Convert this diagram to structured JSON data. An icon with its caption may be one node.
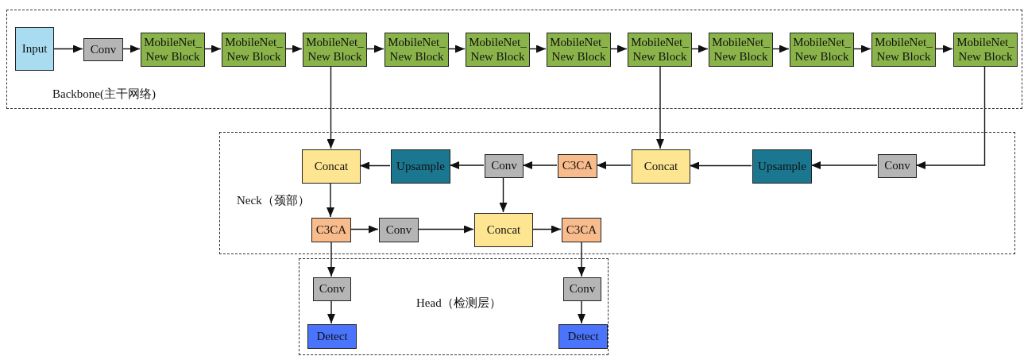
{
  "diagram": {
    "nodes": [
      {
        "text": [
          "Backbone(主干网络)"
        ]
      },
      {
        "text": [
          "Input"
        ],
        "in": 0
      },
      {
        "text": [
          "Conv"
        ],
        "in": 0
      },
      {
        "text": [
          "MobileNet_ New Block"
        ],
        "in": 0
      },
      {
        "text": [
          "MobileNet_ New Block"
        ],
        "in": 0
      },
      {
        "text": [
          "MobileNet_ New Block"
        ],
        "in": 0
      },
      {
        "text": [
          "MobileNet_ New Block"
        ],
        "in": 0
      },
      {
        "text": [
          "MobileNet_ New Block"
        ],
        "in": 0
      },
      {
        "text": [
          "MobileNet_ New Block"
        ],
        "in": 0
      },
      {
        "text": [
          "MobileNet_ New Block"
        ],
        "in": 0
      },
      {
        "text": [
          "MobileNet_ New Block"
        ],
        "in": 0
      },
      {
        "text": [
          "MobileNet_ New Block"
        ],
        "in": 0
      },
      {
        "text": [
          "MobileNet_ New Block"
        ],
        "in": 0
      },
      {
        "text": [
          "MobileNet_ New Block"
        ],
        "in": 0
      },
      {
        "text": [
          "Neck（颈部）"
        ]
      },
      {
        "text": [
          "Concat"
        ],
        "in": 14
      },
      {
        "text": [
          "Upsample"
        ],
        "in": 14
      },
      {
        "text": [
          "Conv"
        ],
        "in": 14
      },
      {
        "text": [
          "C3CA"
        ],
        "in": 14
      },
      {
        "text": [
          "Concat"
        ],
        "in": 14
      },
      {
        "text": [
          "Upsample"
        ],
        "in": 14
      },
      {
        "text": [
          "Conv"
        ],
        "in": 14
      },
      {
        "text": [
          "C3CA"
        ],
        "in": 14
      },
      {
        "text": [
          "Conv"
        ],
        "in": 14
      },
      {
        "text": [
          "Concat"
        ],
        "in": 14
      },
      {
        "text": [
          "C3CA"
        ],
        "in": 14
      },
      {
        "text": [
          "Head（检测层）"
        ]
      },
      {
        "text": [
          "Conv"
        ],
        "in": 26
      },
      {
        "text": [
          "Conv"
        ],
        "in": 26
      },
      {
        "text": [
          "Detect"
        ],
        "in": 26
      },
      {
        "text": [
          "Detect"
        ],
        "in": 26
      }
    ],
    "edges": [
      {
        "from": 1,
        "to": 2,
        "arrow": "to"
      },
      {
        "from": 2,
        "to": 3,
        "arrow": "to"
      },
      {
        "from": 3,
        "to": 4,
        "arrow": "to"
      },
      {
        "from": 4,
        "to": 5,
        "arrow": "to"
      },
      {
        "from": 5,
        "to": 6,
        "arrow": "to"
      },
      {
        "from": 6,
        "to": 7,
        "arrow": "to"
      },
      {
        "from": 7,
        "to": 8,
        "arrow": "to"
      },
      {
        "from": 8,
        "to": 9,
        "arrow": "to"
      },
      {
        "from": 9,
        "to": 10,
        "arrow": "to"
      },
      {
        "from": 10,
        "to": 11,
        "arrow": "to"
      },
      {
        "from": 11,
        "to": 12,
        "arrow": "to"
      },
      {
        "from": 12,
        "to": 13,
        "arrow": "to"
      },
      {
        "from": 13,
        "to": 21,
        "arrow": "to"
      },
      {
        "from": 21,
        "to": 20,
        "arrow": "to"
      },
      {
        "from": 20,
        "to": 19,
        "arrow": "to"
      },
      {
        "from": 9,
        "to": 19,
        "arrow": "to"
      },
      {
        "from": 19,
        "to": 18,
        "arrow": "to"
      },
      {
        "from": 18,
        "to": 17,
        "arrow": "to"
      },
      {
        "from": 17,
        "to": 16,
        "arrow": "to"
      },
      {
        "from": 16,
        "to": 15,
        "arrow": "to"
      },
      {
        "from": 5,
        "to": 15,
        "arrow": "to"
      },
      {
        "from": 17,
        "to": 24,
        "arrow": "to"
      },
      {
        "from": 15,
        "to": 22,
        "arrow": "to"
      },
      {
        "from": 22,
        "to": 23,
        "arrow": "to"
      },
      {
        "from": 23,
        "to": 24,
        "arrow": "to"
      },
      {
        "from": 24,
        "to": 25,
        "arrow": "to"
      },
      {
        "from": 22,
        "to": 27,
        "arrow": "to"
      },
      {
        "from": 25,
        "to": 28,
        "arrow": "to"
      },
      {
        "from": 27,
        "to": 29,
        "arrow": "to"
      },
      {
        "from": 28,
        "to": 30,
        "arrow": "to"
      }
    ]
  }
}
